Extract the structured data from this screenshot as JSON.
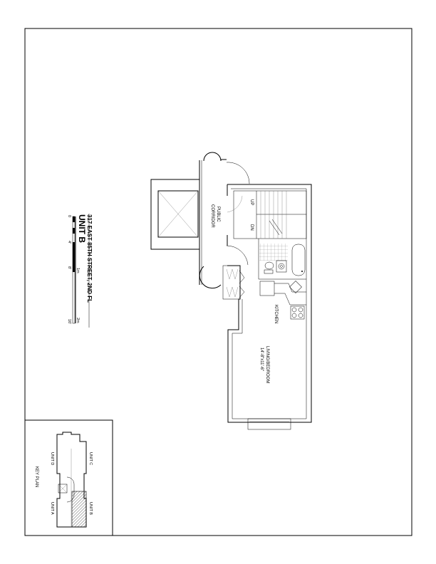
{
  "title": {
    "unit": "UNIT B",
    "address": "317 EAST 85TH STREET, 2ND FL"
  },
  "scale_bar": {
    "feet_labels": [
      "0",
      "4'",
      "8'",
      "16'"
    ],
    "meter_labels": [
      "1m",
      "2m"
    ]
  },
  "rooms": {
    "corridor_line1": "PUBLIC",
    "corridor_line2": "CORRIDOR",
    "stair_up": "UP",
    "stair_down": "DN",
    "kitchen": "KITCHEN",
    "living": "LIVING/BEDROOM",
    "living_dims": "14'-8\"x11'-6\""
  },
  "key_plan": {
    "title": "KEY PLAN",
    "units": [
      "UNIT A",
      "UNIT B",
      "UNIT C",
      "UNIT D"
    ],
    "highlight_unit": "UNIT B"
  }
}
